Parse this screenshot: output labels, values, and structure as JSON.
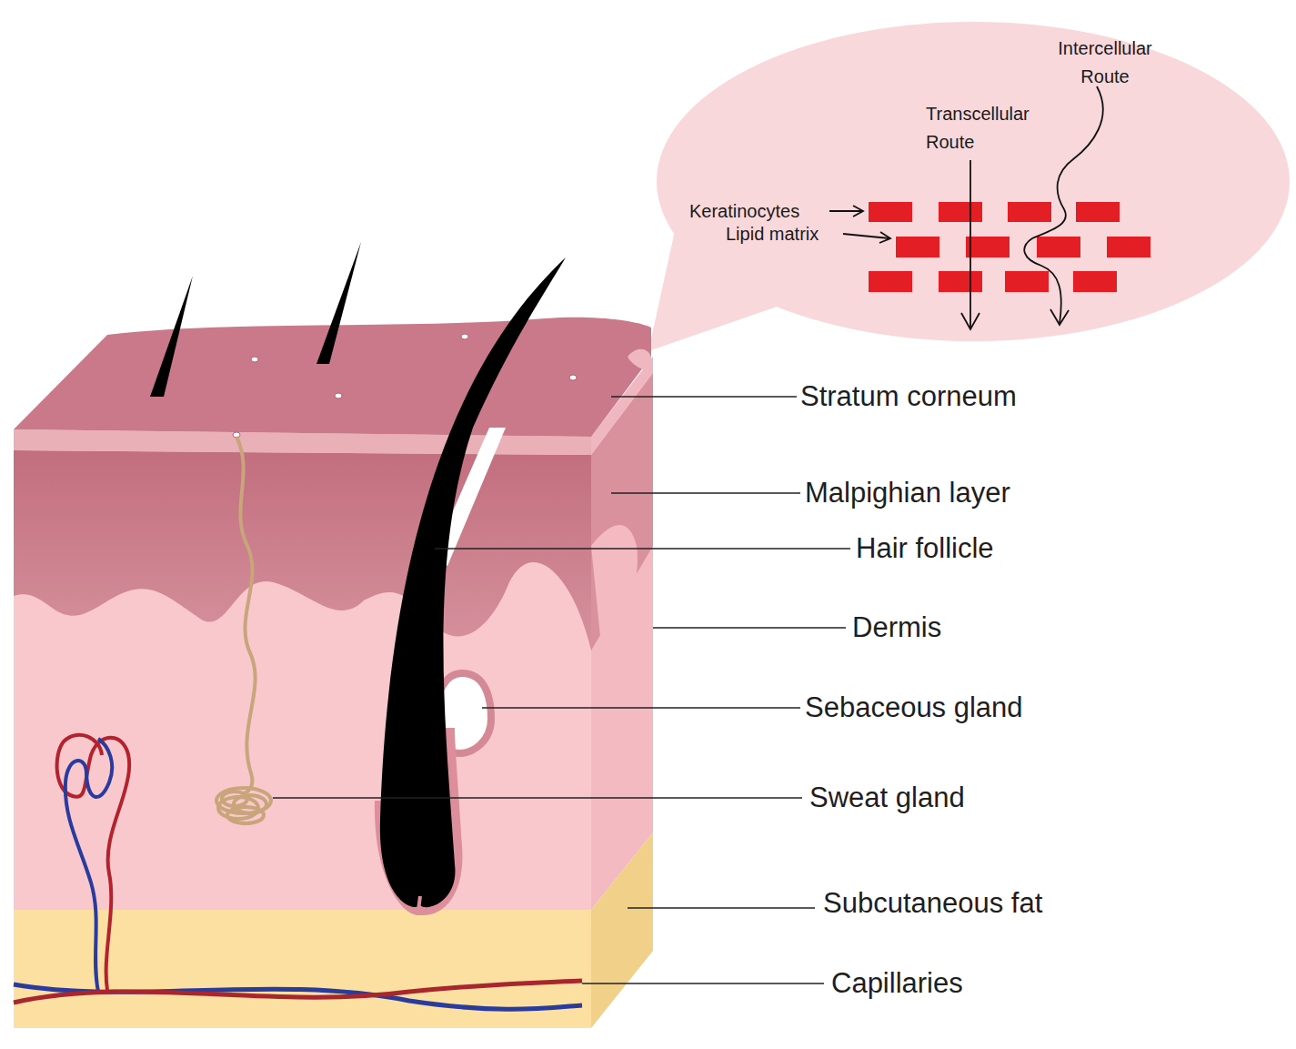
{
  "diagram": {
    "nodes": [
      {
        "text": [
          "Intercellular Route",
          "Transcellular Route",
          "Keratinocytes",
          "Lipid matrix"
        ]
      }
    ],
    "labels": [
      "Stratum corneum",
      "Malpighian layer",
      "Hair follicle",
      "Dermis",
      "Sebaceous gland",
      "Sweat gland",
      "Subcutaneous fat",
      "Capillaries"
    ]
  }
}
